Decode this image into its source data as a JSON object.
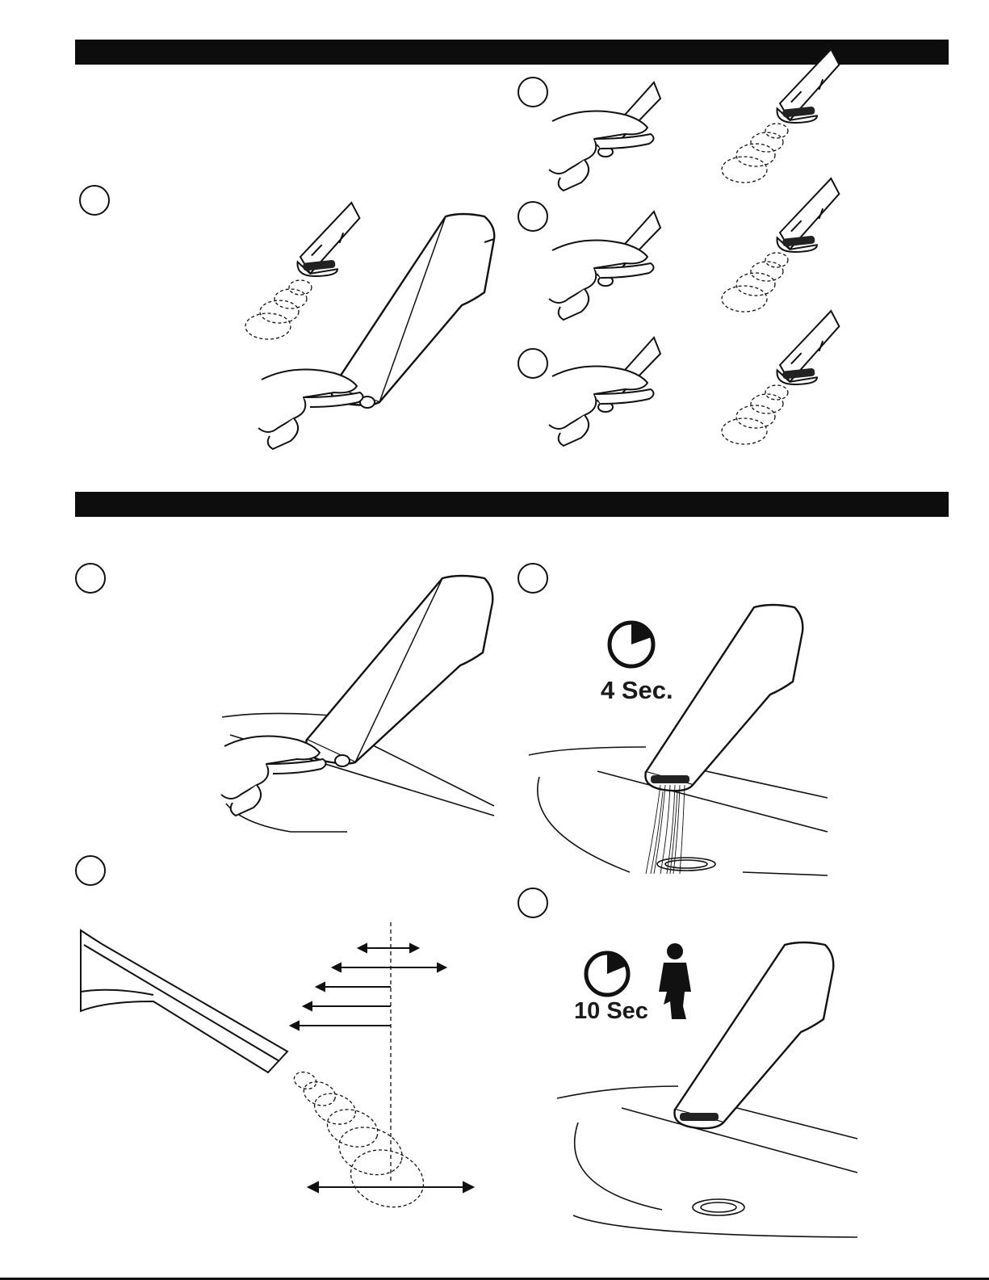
{
  "section_headers": [
    {
      "id": "top",
      "text": ""
    },
    {
      "id": "bottom",
      "text": ""
    }
  ],
  "timers": {
    "four": "4 Sec.",
    "ten": "10 Sec"
  },
  "icons": [
    "step-circle-icon",
    "sensor-faucet-icon",
    "hand-finger-press-icon",
    "sensor-beam-icon",
    "timer-icon",
    "person-standing-icon",
    "water-stream-icon",
    "double-arrow-icon"
  ],
  "colors": {
    "ink": "#0d0d0d",
    "paper": "#ffffff"
  }
}
